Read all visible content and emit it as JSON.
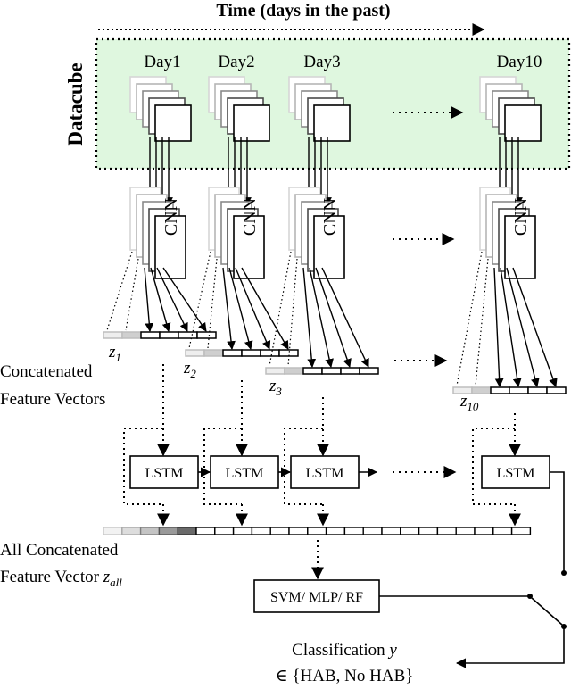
{
  "title": "Time (days in the past)",
  "datacube_label": "Datacube",
  "days": [
    "Day1",
    "Day2",
    "Day3",
    "Day10"
  ],
  "cnn_label": "CNN",
  "feature_labels": [
    "z",
    "z",
    "z",
    "z"
  ],
  "feature_subscripts": [
    "1",
    "2",
    "3",
    "10"
  ],
  "concat_label_lines": [
    "Concatenated",
    "Feature Vectors"
  ],
  "lstm_label": "LSTM",
  "all_concat_label_lines": [
    "All Concatenated",
    "Feature Vector "
  ],
  "all_concat_var": "z",
  "all_concat_sub": "all",
  "classifier_label": "SVM/ MLP/ RF",
  "classification_line1": "Classification ",
  "classification_var": "y",
  "classification_line2": "∈ {HAB, No HAB}",
  "colors": {
    "datacube_fill": "#dff7df",
    "ink": "#000000",
    "faded": "#bdbdbd"
  }
}
